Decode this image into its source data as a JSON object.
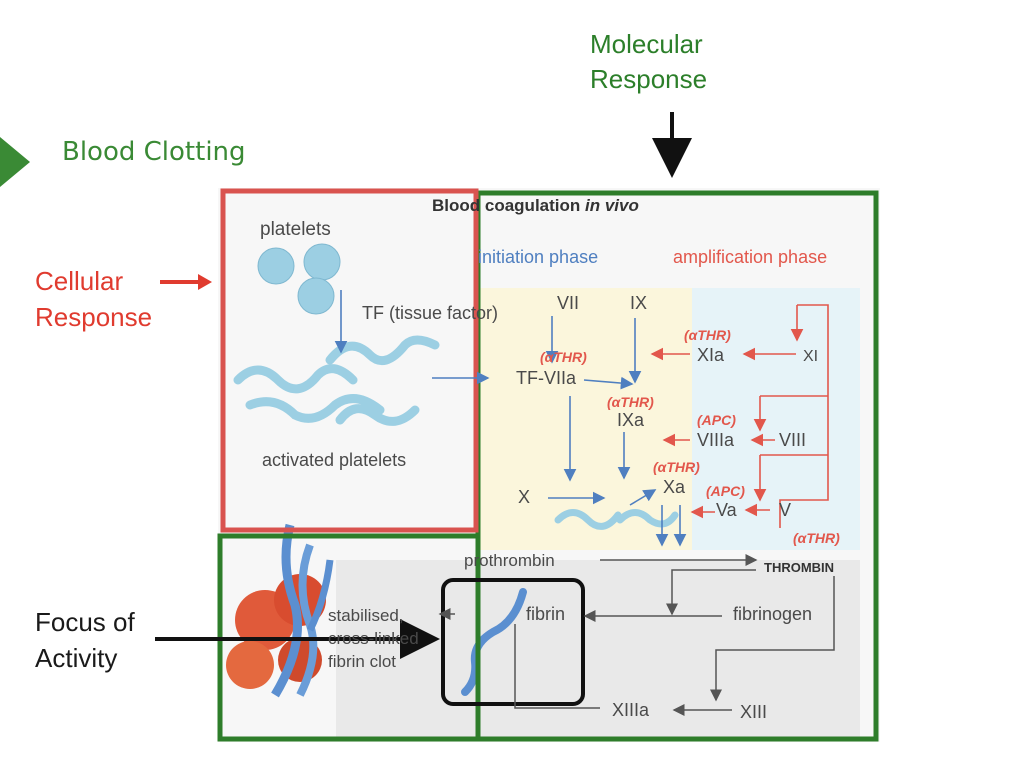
{
  "slide": {
    "title": "Blood Clotting",
    "molecular_label": [
      "Molecular",
      "Response"
    ],
    "cellular_label": [
      "Cellular",
      "Response"
    ],
    "focus_label": [
      "Focus of",
      "Activity"
    ]
  },
  "figure": {
    "title_prefix": "Blood coagulation ",
    "title_italic": "in vivo",
    "phases": {
      "initiation": "initiation phase",
      "amplification": "amplification phase"
    },
    "labels": {
      "platelets": "platelets",
      "tf": "TF (tissue factor)",
      "activated": "activated platelets",
      "vii": "VII",
      "ix": "IX",
      "tf_viia": "TF-VIIa",
      "ixa": "IXa",
      "xia": "XIa",
      "xi": "XI",
      "viiia": "VIIIa",
      "viii": "VIII",
      "xa": "Xa",
      "va": "Va",
      "v": "V",
      "x": "X",
      "prothrombin": "prothrombin",
      "thrombin": "THROMBIN",
      "fibrin": "fibrin",
      "fibrinogen": "fibrinogen",
      "clot": [
        "stabilised,",
        "cross-linked",
        "fibrin clot"
      ],
      "xiiia": "XIIIa",
      "xiii": "XIII",
      "athr_1": "(αTHR)",
      "athr_2": "(αTHR)",
      "athr_3": "(αTHR)",
      "athr_4": "(αTHR)",
      "athr_5": "(αTHR)",
      "apc_1": "(APC)",
      "apc_2": "(APC)"
    }
  },
  "colors": {
    "green": "#2e7d2a",
    "slide_green": "#3a8a35",
    "red_box": "#d9534f",
    "cell_red": "#e03b2f",
    "pathway_blue": "#4f7fc0",
    "pathway_red": "#e2574c"
  }
}
